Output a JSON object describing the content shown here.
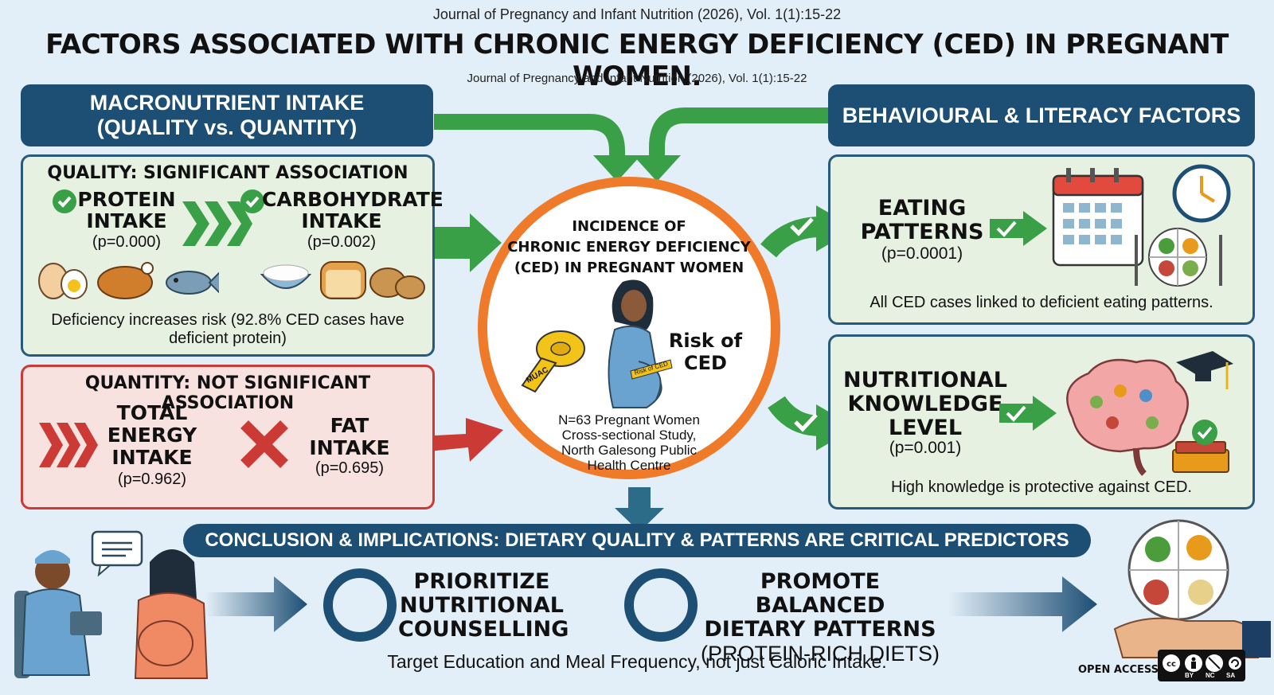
{
  "header": {
    "journal_top": "Journal of Pregnancy and Infant Nutrition (2026), Vol. 1(1):15-22",
    "title": "FACTORS ASSOCIATED WITH CHRONIC ENERGY DEFICIENCY (CED) IN PREGNANT WOMEN.",
    "journal_sub": "Journal of Pregnancy and Infant Nutrition (2026), Vol. 1(1):15-22"
  },
  "macro": {
    "heading_line1": "MACRONUTRIENT INTAKE",
    "heading_line2": "(QUALITY vs. QUANTITY)",
    "quality_title": "QUALITY: SIGNIFICANT ASSOCIATION",
    "protein_line1": "PROTEIN",
    "protein_line2": "INTAKE",
    "protein_p": "(p=0.000)",
    "carb_line1": "CARBOHYDRATE",
    "carb_line2": "INTAKE",
    "carb_p": "(p=0.002)",
    "quality_note_line1": "Deficiency increases risk (92.8% CED cases have",
    "quality_note_line2": "deficient protein)",
    "quantity_title": "QUANTITY: NOT SIGNIFICANT ASSOCIATION",
    "energy_line1": "TOTAL",
    "energy_line2": "ENERGY",
    "energy_line3": "INTAKE",
    "energy_p": "(p=0.962)",
    "fat_line1": "FAT",
    "fat_line2": "INTAKE",
    "fat_p": "(p=0.695)"
  },
  "center": {
    "line1": "INCIDENCE OF",
    "line2": "CHRONIC ENERGY DEFICIENCY",
    "line3": "(CED) IN PREGNANT WOMEN",
    "risk_line1": "Risk of",
    "risk_line2": "CED",
    "tape_label": "MUAC",
    "sash_label": "Risk of CED",
    "study_line1": "N=63 Pregnant Women",
    "study_line2": "Cross-sectional Study,",
    "study_line3": "North Galesong Public",
    "study_line4": "Health Centre"
  },
  "behaviour": {
    "heading": "BEHAVIOURAL & LITERACY FACTORS",
    "eating_line1": "EATING",
    "eating_line2": "PATTERNS",
    "eating_p": "(p=0.0001)",
    "eating_note": "All CED cases linked to deficient eating patterns.",
    "knowledge_line1": "NUTRITIONAL",
    "knowledge_line2": "KNOWLEDGE",
    "knowledge_line3": "LEVEL",
    "knowledge_p": "(p=0.001)",
    "knowledge_note": "High knowledge is protective against CED."
  },
  "conclusion": {
    "banner": "CONCLUSION & IMPLICATIONS: DIETARY QUALITY & PATTERNS ARE CRITICAL PREDICTORS",
    "item1_line1": "PRIORITIZE",
    "item1_line2": "NUTRITIONAL",
    "item1_line3": "COUNSELLING",
    "item2_line1": "PROMOTE BALANCED",
    "item2_line2": "DIETARY PATTERNS",
    "item2_line3": "(PROTEIN-RICH DIETS)",
    "tagline": "Target Education and Meal Frequency, not just Caloric Intake."
  },
  "footer": {
    "open_access": "OPEN ACCESS",
    "cc_by": "BY",
    "cc_nc": "NC",
    "cc_sa": "SA"
  },
  "colors": {
    "navy": "#1d4e74",
    "green": "#3aa048",
    "red": "#cc3a35",
    "orange": "#ee7a2a"
  }
}
